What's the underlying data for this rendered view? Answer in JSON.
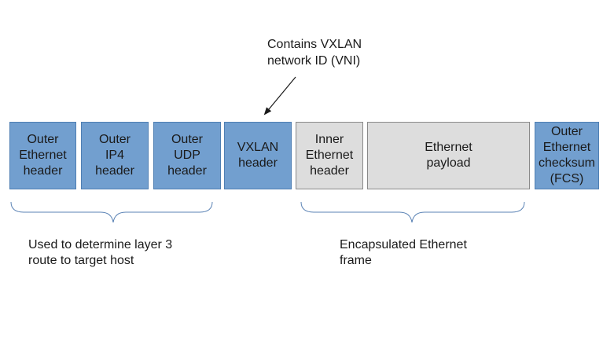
{
  "callout": {
    "text": "Contains VXLAN\nnetwork ID (VNI)"
  },
  "fields": [
    {
      "id": "outer_ethernet_header",
      "label": "Outer\nEthernet\nheader",
      "color": "#729fcf"
    },
    {
      "id": "outer_ip4_header",
      "label": "Outer\nIP4\nheader",
      "color": "#729fcf"
    },
    {
      "id": "outer_udp_header",
      "label": "Outer\nUDP\nheader",
      "color": "#729fcf"
    },
    {
      "id": "vxlan_header",
      "label": "VXLAN\nheader",
      "color": "#729fcf"
    },
    {
      "id": "inner_ethernet_header",
      "label": "Inner\nEthernet\nheader",
      "color": "#dddddd"
    },
    {
      "id": "ethernet_payload",
      "label": "Ethernet\npayload",
      "color": "#dddddd"
    },
    {
      "id": "outer_ethernet_checksum",
      "label": "Outer\nEthernet\nchecksum\n(FCS)",
      "color": "#729fcf"
    }
  ],
  "groups": {
    "left": {
      "text": "Used to determine layer 3\nroute to target host"
    },
    "right": {
      "text": "Encapsulated Ethernet\nframe"
    }
  }
}
